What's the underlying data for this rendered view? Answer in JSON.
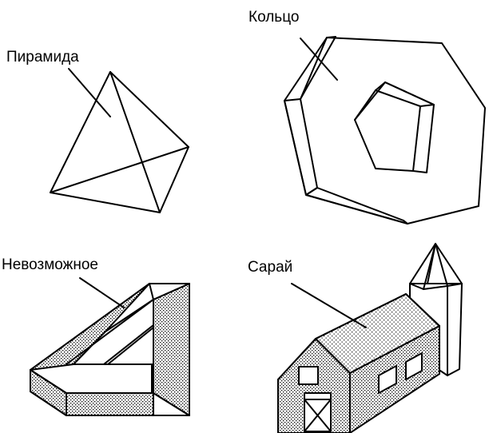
{
  "figures": [
    {
      "id": "pyramid",
      "label": "Пирамида"
    },
    {
      "id": "ring",
      "label": "Кольцо"
    },
    {
      "id": "impossible",
      "label": "Невозможное"
    },
    {
      "id": "barn",
      "label": "Сарай"
    }
  ],
  "colors": {
    "stroke": "#000000",
    "background": "#ffffff",
    "dither": "#000000"
  }
}
